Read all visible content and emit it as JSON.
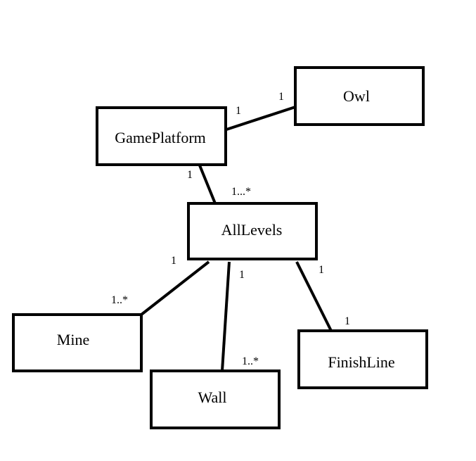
{
  "diagram": {
    "nodes": {
      "owl": "Owl",
      "gameplatform": "GamePlatform",
      "alllevels": "AllLevels",
      "mine": "Mine",
      "wall": "Wall",
      "finishline": "FinishLine"
    },
    "multiplicities": {
      "gp_owl_gp_end": "1",
      "gp_owl_owl_end": "1",
      "gp_al_gp_end": "1",
      "gp_al_al_end": "1...*",
      "al_mine_al_end": "1",
      "al_mine_mine_end": "1..*",
      "al_wall_al_end": "1",
      "al_wall_wall_end": "1..*",
      "al_finish_al_end": "1",
      "al_finish_finish_end": "1"
    }
  }
}
